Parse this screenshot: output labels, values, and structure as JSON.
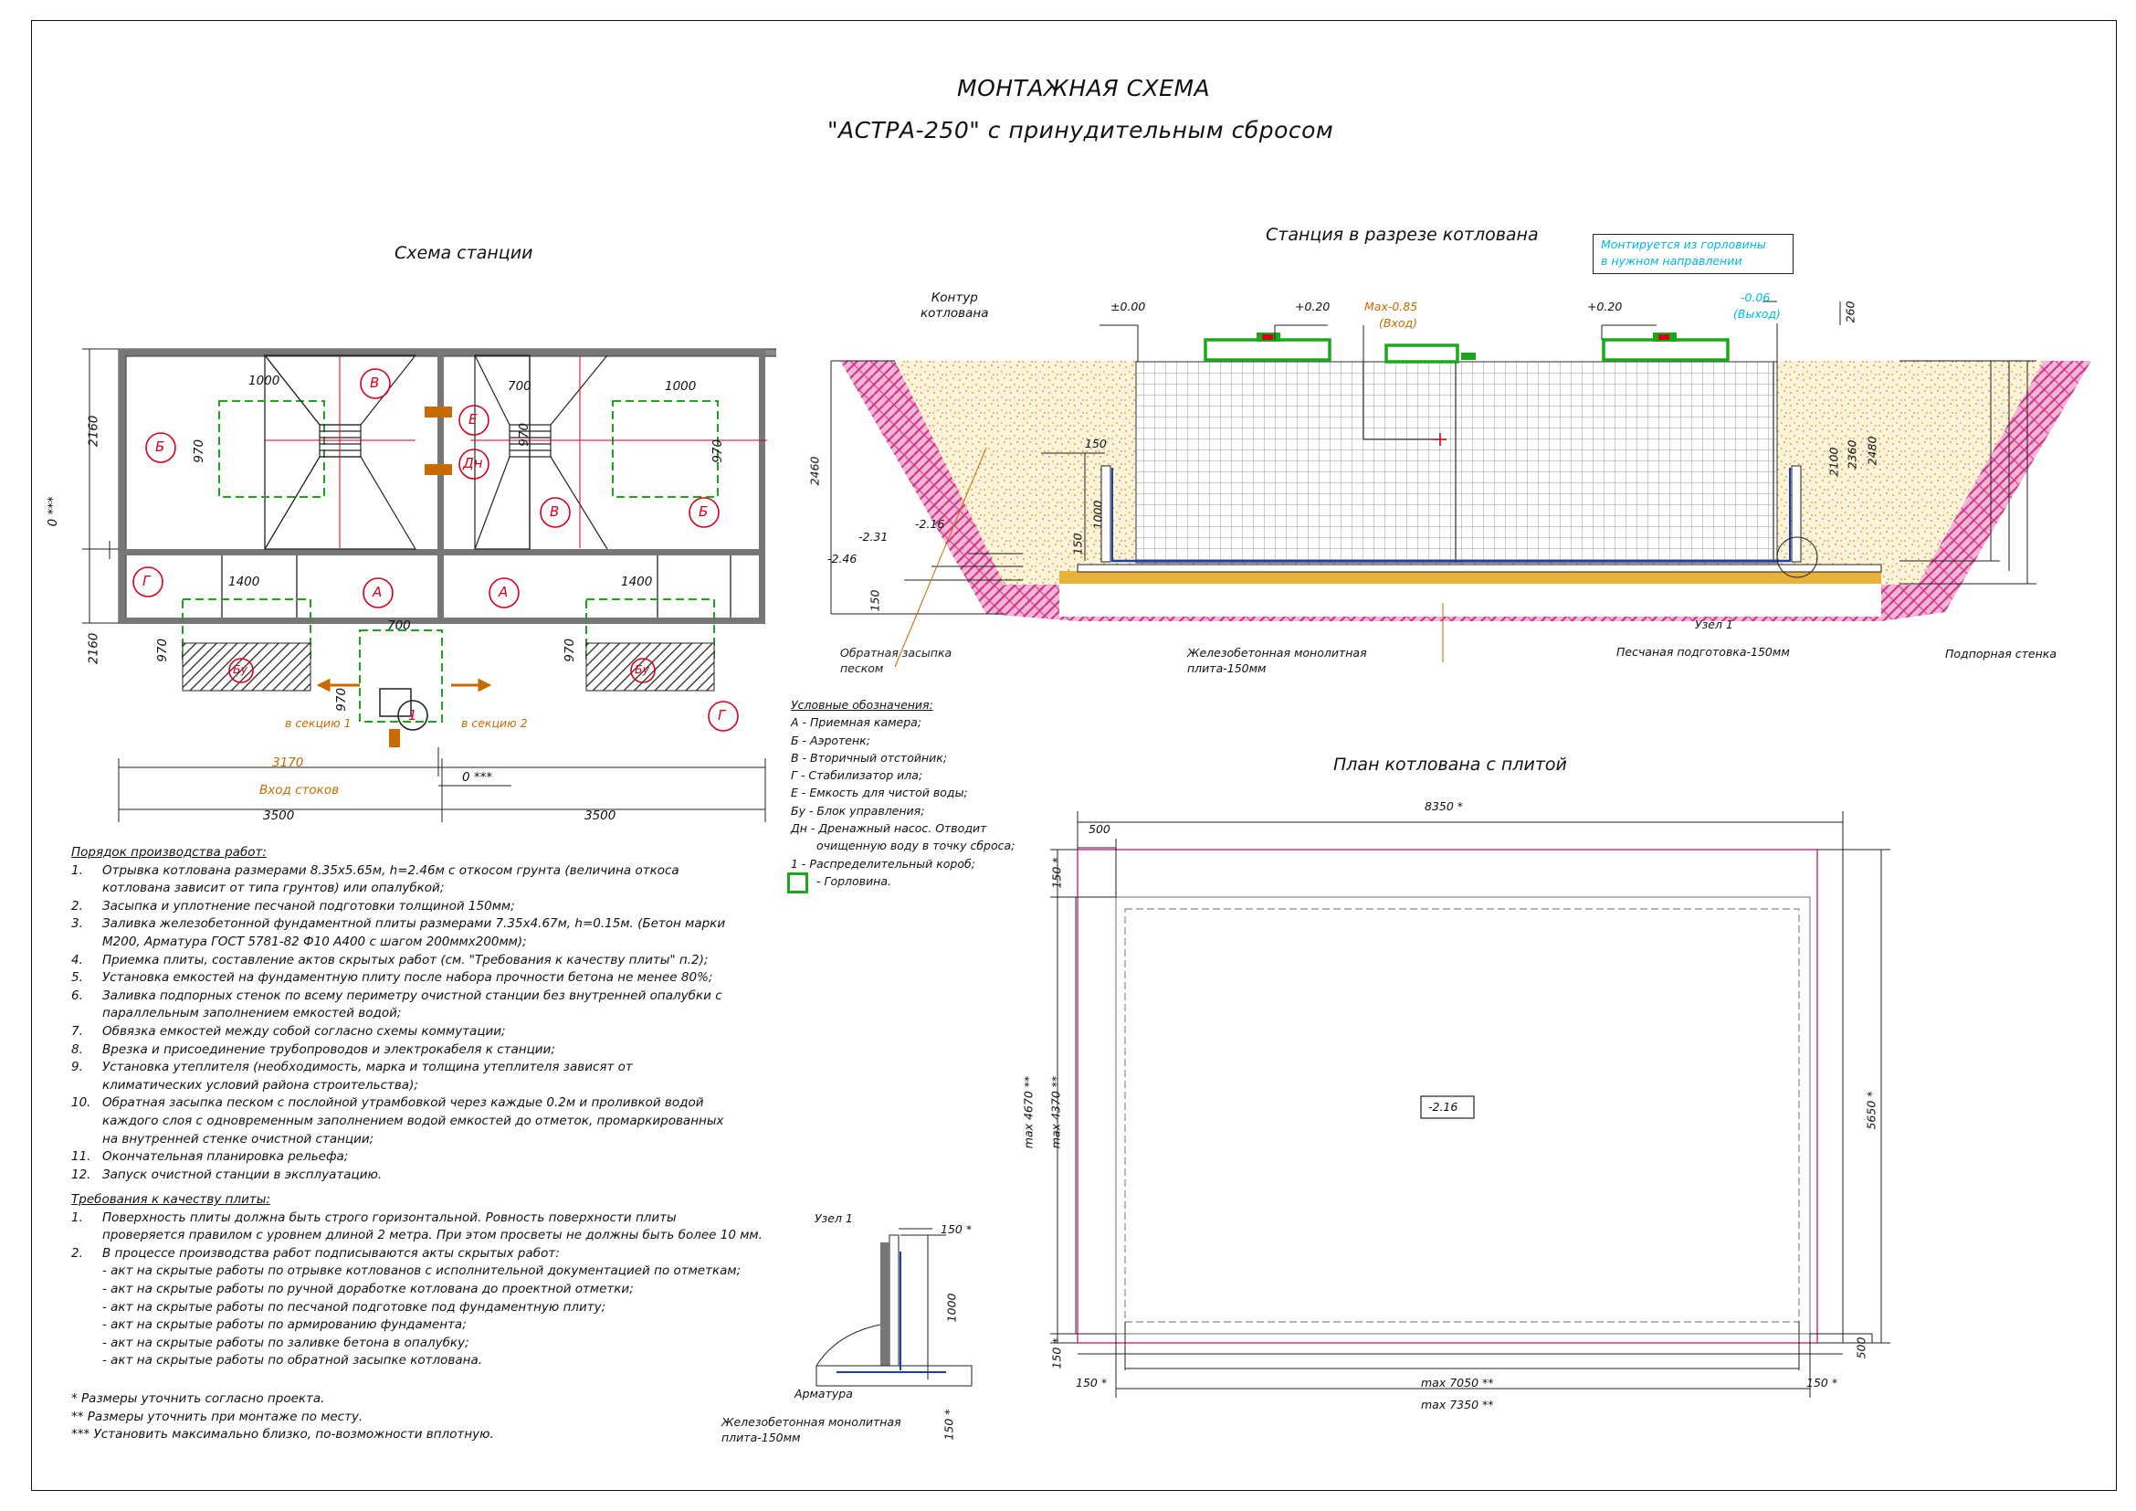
{
  "title": {
    "line1": "МОНТАЖНАЯ СХЕМА",
    "line2": "\"АСТРА-250\" с принудительным сбросом"
  },
  "scheme": {
    "heading": "Схема станции",
    "dims": {
      "d1000": "1000",
      "d970": "970",
      "d700": "700",
      "d1400": "1400",
      "d2160": "2160",
      "d3170": "3170",
      "d3500": "3500",
      "zero": "0 ***"
    },
    "letters": {
      "A": "А",
      "B": "Б",
      "V": "В",
      "G": "Г",
      "E": "Е",
      "Dn": "Дн",
      "Bu": "Бу",
      "one": "1"
    },
    "labels": {
      "section1": "в секцию 1",
      "section2": "в секцию 2",
      "inlet": "Вход стоков"
    }
  },
  "section": {
    "heading": "Станция в разрезе котлована",
    "note": "Монтируется из горловины\nв нужном направлении",
    "contour": "Контур\nкотлована",
    "levels": {
      "l000": "±0.00",
      "l020a": "+0.20",
      "l020b": "+0.20",
      "max": "Max-0.85",
      "inlet": "(Вход)",
      "out": "-0.06",
      "outlet": "(Выход)",
      "l216": "-2.16",
      "l231": "-2.31",
      "l246": "-2.46"
    },
    "dims": {
      "d2460": "2460",
      "d150": "150",
      "d1000": "1000",
      "d2100": "2100",
      "d2360": "2360",
      "d2480": "2480",
      "d260": "260"
    },
    "labels": {
      "backfill": "Обратная засыпка\nпеском",
      "slab": "Железобетонная монолитная\nплита-150мм",
      "sand": "Песчаная подготовка-150мм",
      "node": "Узел 1",
      "wall": "Подпорная стенка"
    }
  },
  "legend": {
    "title": "Условные обозначения:",
    "items": [
      "А - Приемная камера;",
      "Б - Аэротенк;",
      "В - Вторичный отстойник;",
      "Г - Стабилизатор ила;",
      "Е - Емкость для чистой воды;",
      "Бу - Блок управления;",
      "Дн - Дренажный насос. Отводит",
      "очищенную воду в точку сброса;",
      "1 - Распределительный короб;",
      "- Горловина."
    ]
  },
  "plan": {
    "heading": "План котлована с плитой",
    "dims": {
      "w8350": "8350 *",
      "d500a": "500",
      "d500b": "500",
      "d150a": "150 *",
      "d150b": "150 *",
      "d150c": "150 *",
      "d150d": "150 *",
      "h4670": "max 4670 **",
      "h4370": "max 4370 **",
      "h5650": "5650 *",
      "w7050": "max 7050 **",
      "w7350": "max 7350 **"
    },
    "level": "-2.16"
  },
  "procedure": {
    "title": "Порядок производства работ:",
    "lines": [
      [
        "1.",
        "Отрывка котлована размерами 8.35х5.65м, h=2.46м с откосом грунта (величина откоса"
      ],
      [
        "",
        "котлована зависит от типа грунтов) или опалубкой;"
      ],
      [
        "2.",
        "Засыпка и уплотнение песчаной подготовки толщиной 150мм;"
      ],
      [
        "3.",
        "Заливка железобетонной фундаментной плиты размерами 7.35х4.67м, h=0.15м. (Бетон марки"
      ],
      [
        "",
        "М200, Арматура ГОСТ 5781-82 Ф10 А400 с шагом 200ммх200мм);"
      ],
      [
        "4.",
        "Приемка плиты, составление актов скрытых работ (см. \"Требования к качеству плиты\" п.2);"
      ],
      [
        "5.",
        "Установка емкостей на фундаментную плиту после набора прочности бетона не менее 80%;"
      ],
      [
        "6.",
        "Заливка подпорных стенок по всему периметру очистной станции без внутренней опалубки с"
      ],
      [
        "",
        "параллельным заполнением емкостей водой;"
      ],
      [
        "7.",
        "Обвязка емкостей между собой согласно схемы коммутации;"
      ],
      [
        "8.",
        "Врезка и присоединение трубопроводов и электрокабеля к станции;"
      ],
      [
        "9.",
        "Установка утеплителя (необходимость, марка и толщина утеплителя зависят от"
      ],
      [
        "",
        "климатических условий района строительства);"
      ],
      [
        "10.",
        "Обратная засыпка песком с послойной утрамбовкой через каждые 0.2м и проливкой водой"
      ],
      [
        "",
        "каждого слоя с одновременным заполнением водой емкостей до отметок, промаркированных"
      ],
      [
        "",
        "на внутренней стенке очистной станции;"
      ],
      [
        "11.",
        "Окончательная планировка рельефа;"
      ],
      [
        "12.",
        "Запуск очистной станции в эксплуатацию."
      ]
    ]
  },
  "quality": {
    "title": "Требования к качеству плиты:",
    "lines": [
      [
        "1.",
        "Поверхность плиты должна быть строго горизонтальной. Ровность поверхности плиты"
      ],
      [
        "",
        "проверяется правилом с уровнем длиной 2 метра. При этом просветы не должны быть     более 10 мм."
      ],
      [
        "2.",
        "В процессе производства работ подписываются акты скрытых работ:"
      ],
      [
        "",
        "- акт на скрытые работы по отрывке котлованов с исполнительной документацией по отметкам;"
      ],
      [
        "",
        "- акт на скрытые работы по ручной доработке котлована до проектной отметки;"
      ],
      [
        "",
        "- акт на скрытые работы по песчаной подготовке под фундаментную плиту;"
      ],
      [
        "",
        "- акт на скрытые работы по армированию фундамента;"
      ],
      [
        "",
        "- акт на скрытые работы по заливке бетона в опалубку;"
      ],
      [
        "",
        "- акт на скрытые работы по обратной засыпке котлована."
      ]
    ]
  },
  "notes": [
    "* Размеры уточнить согласно проекта.",
    "** Размеры уточнить при монтаже по месту.",
    "*** Установить максимально близко, по-возможности вплотную."
  ],
  "node": {
    "title": "Узел 1",
    "d150a": "150 *",
    "d1000": "1000",
    "d150b": "150 *",
    "rebar": "Арматура",
    "slab": "Железобетонная монолитная\nплита-150мм"
  },
  "colors": {
    "red": "#d6001c",
    "green": "#1aa81a",
    "pink": "#d0358a",
    "cyan": "#00b7e0",
    "orange": "#c96a00",
    "sand": "#e8c24a"
  }
}
